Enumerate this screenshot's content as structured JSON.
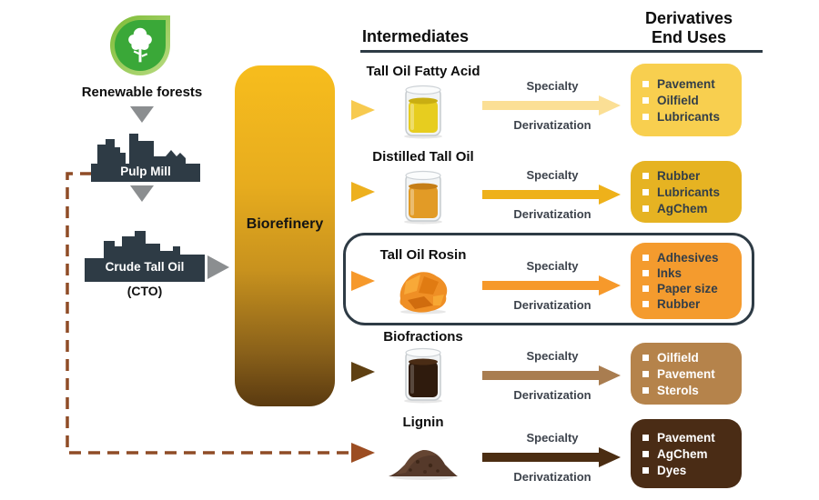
{
  "source_chain": {
    "forest": {
      "label": "Renewable forests",
      "icon": "tree-leaf-icon"
    },
    "pulp_mill": {
      "label": "Pulp Mill",
      "icon": "factory-icon"
    },
    "crude_tall_oil": {
      "label": "Crude Tall Oil",
      "sublabel": "(CTO)",
      "icon": "factory-icon"
    },
    "biorefinery": {
      "label": "Biorefinery"
    }
  },
  "headers": {
    "intermediates": "Intermediates",
    "derivatives": {
      "line1": "Derivatives",
      "line2": "End Uses"
    }
  },
  "process_arrow": {
    "top_label": "Specialty",
    "bottom_label": "Derivatization"
  },
  "palette": {
    "dark_slate": "#2e3b45",
    "gray_arrow": "#8b8e90",
    "dashed_feedback_line": "#8f4c26",
    "leaf_outer_green": "#8cc63f",
    "leaf_inner_green": "#3aa838",
    "biorefinery_gradient_top": "#f7bd1d",
    "biorefinery_gradient_bottom": "#5a3a10"
  },
  "rows": [
    {
      "intermediate": "Tall Oil Fatty Acid",
      "icon": "beaker-yellow-oil-icon",
      "highlighted": false,
      "colors": {
        "pointer": "#f7ca4f",
        "arrow": "#fbdf95",
        "box": "#f8cf4f",
        "box_text": "#333e48"
      },
      "uses": [
        "Pavement",
        "Oilfield",
        "Lubricants"
      ]
    },
    {
      "intermediate": "Distilled Tall Oil",
      "icon": "beaker-amber-oil-icon",
      "highlighted": false,
      "colors": {
        "pointer": "#edb01e",
        "arrow": "#eeb11a",
        "box": "#e6b322",
        "box_text": "#333e48"
      },
      "uses": [
        "Rubber",
        "Lubricants",
        "AgChem"
      ]
    },
    {
      "intermediate": "Tall Oil Rosin",
      "icon": "rosin-chunk-icon",
      "highlighted": true,
      "colors": {
        "pointer": "#f6992b",
        "arrow": "#f6992b",
        "box": "#f49b2e",
        "box_text": "#333e48"
      },
      "uses": [
        "Adhesives",
        "Inks",
        "Paper size",
        "Rubber"
      ]
    },
    {
      "intermediate": "Biofractions",
      "icon": "beaker-dark-liquid-icon",
      "highlighted": false,
      "colors": {
        "pointer": "#5f4012",
        "arrow": "#a97d50",
        "box": "#b5834b",
        "box_text": "#ffffff"
      },
      "uses": [
        "Oilfield",
        "Pavement",
        "Sterols"
      ]
    },
    {
      "intermediate": "Lignin",
      "icon": "powder-pile-icon",
      "highlighted": false,
      "colors": {
        "pointer": "#9c4d22",
        "arrow": "#4b2d12",
        "box": "#4a2c15",
        "box_text": "#ffffff"
      },
      "uses": [
        "Pavement",
        "AgChem",
        "Dyes"
      ]
    }
  ]
}
